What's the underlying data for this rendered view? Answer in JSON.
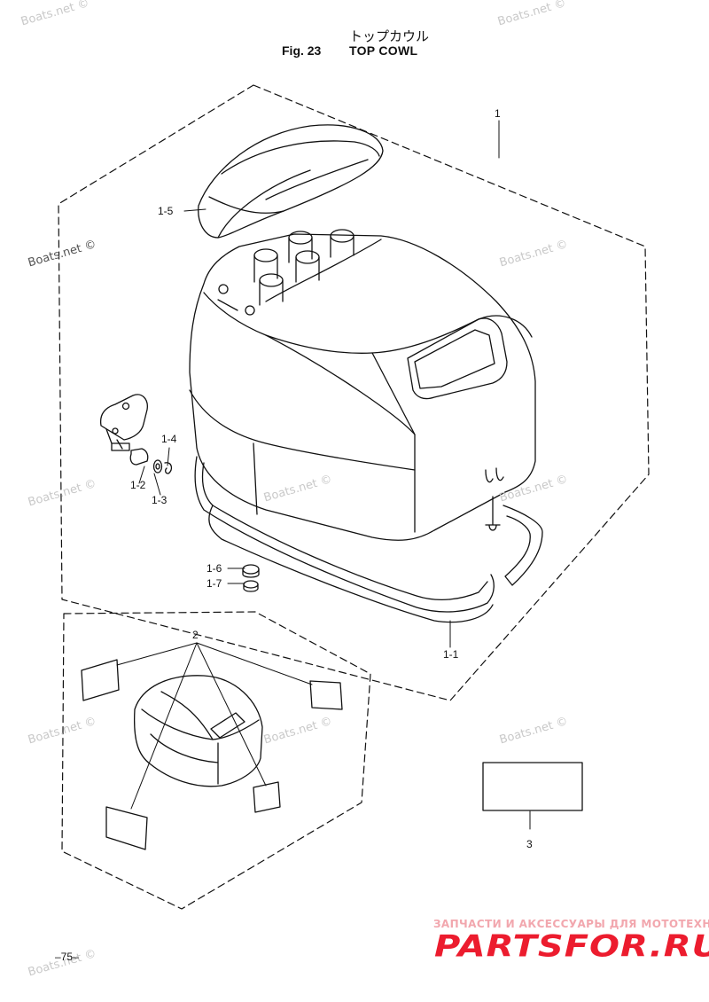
{
  "header": {
    "title_jp": "トップカウル",
    "fig_label": "Fig. 23",
    "fig_name": "TOP COWL"
  },
  "callouts": {
    "c1": "1",
    "c1_5": "1-5",
    "c1_4": "1-4",
    "c1_2": "1-2",
    "c1_3": "1-3",
    "c1_6": "1-6",
    "c1_7": "1-7",
    "c1_1": "1-1",
    "c2": "2",
    "c3": "3"
  },
  "page_number": "–75–",
  "watermarks": [
    "Boats.net ©",
    "Boats.net ©",
    "Boats.net ©",
    "Boats.net ©",
    "Boats.net ©",
    "Boats.net ©",
    "Boats.net ©",
    "Boats.net ©",
    "Boats.net ©",
    "Boats.net ©",
    "Boats.net ©"
  ],
  "brand": {
    "subtitle": "ЗАПЧАСТИ И АКСЕССУАРЫ ДЛЯ МОТОТЕХНИКИ",
    "name": "PARTSFOR.RU",
    "color": "#ec1c2e"
  }
}
